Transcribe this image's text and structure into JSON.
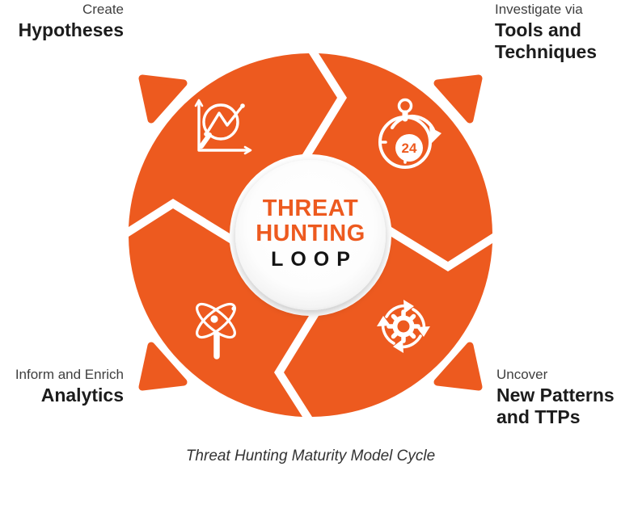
{
  "diagram": {
    "center": {
      "line1": "THREAT",
      "line2": "HUNTING",
      "line3": "LOOP"
    },
    "caption": "Threat Hunting Maturity Model Cycle",
    "stages": [
      {
        "id": "create-hypotheses",
        "position": "top-left",
        "kicker": "Create",
        "title": "Hypotheses",
        "icon": "chart-magnifier-icon"
      },
      {
        "id": "investigate-tools",
        "position": "top-right",
        "kicker": "Investigate via",
        "title": "Tools and Techniques",
        "icon": "stopwatch-24-icon",
        "badge": "24"
      },
      {
        "id": "uncover-patterns",
        "position": "bottom-right",
        "kicker": "Uncover",
        "title": "New Patterns and TTPs",
        "icon": "gear-cycle-icon"
      },
      {
        "id": "inform-enrich-analytics",
        "position": "bottom-left",
        "kicker": "Inform and Enrich",
        "title": "Analytics",
        "icon": "atom-magnifier-icon"
      }
    ],
    "flow_direction": "clockwise",
    "colors": {
      "accent": "#ed5a1f",
      "title_text": "#1c1c1c",
      "kicker_text": "#3f3f3f",
      "loop_text": "#141414",
      "background": "#ffffff"
    }
  }
}
